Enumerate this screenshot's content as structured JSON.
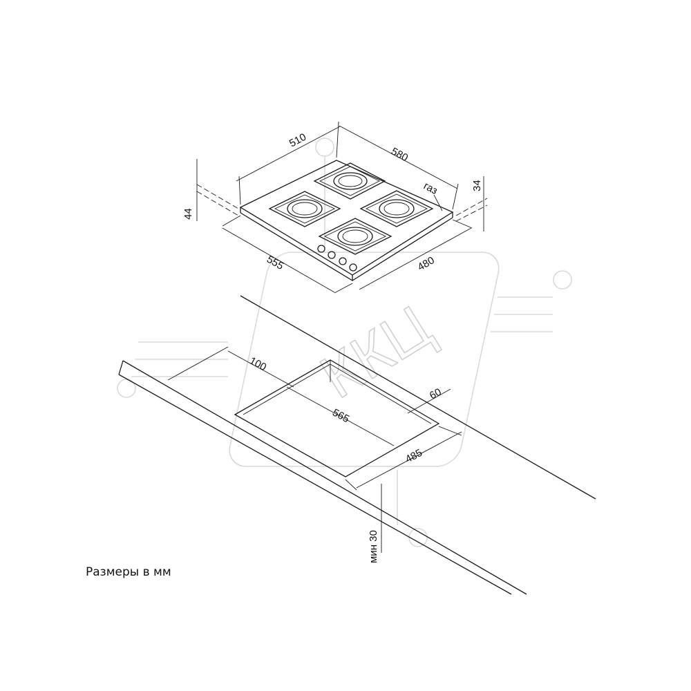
{
  "watermark": {
    "text": "ККЦ",
    "color": "#d6d6d6"
  },
  "dimensions": {
    "hob_depth_top": "510",
    "hob_width_top": "580",
    "hob_height_left": "44",
    "hob_height_right": "34",
    "gas_label": "газ",
    "hob_depth_bottom": "555",
    "hob_width_bottom": "480",
    "cutout_offset_back": "100",
    "cutout_offset_front": "60",
    "cutout_width": "565",
    "cutout_depth": "485",
    "worktop_thickness": "мин 30"
  },
  "caption": "Размеры в мм",
  "colors": {
    "line": "#1a1a1a",
    "background": "#ffffff"
  }
}
